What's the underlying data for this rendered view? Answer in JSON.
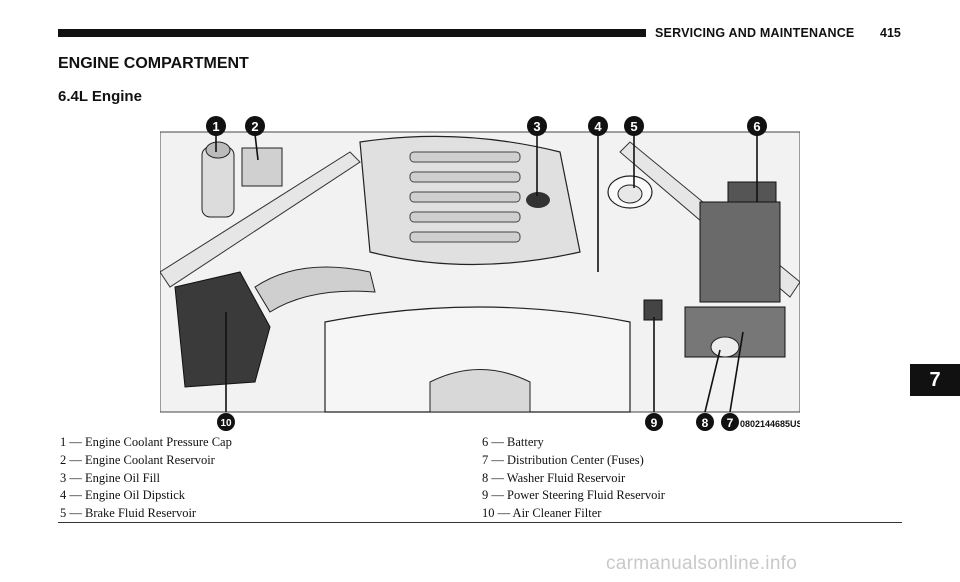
{
  "header": {
    "running_title": "SERVICING AND MAINTENANCE",
    "page_number": "415"
  },
  "section_title": "ENGINE COMPARTMENT",
  "subsection_title": "6.4L Engine",
  "figure": {
    "callouts": [
      "1",
      "2",
      "3",
      "4",
      "5",
      "6",
      "7",
      "8",
      "9",
      "10"
    ],
    "image_id": "0802144685US"
  },
  "legend": {
    "left": [
      "1 — Engine Coolant Pressure Cap",
      "2 — Engine Coolant Reservoir",
      "3 — Engine Oil Fill",
      "4 — Engine Oil Dipstick",
      "5 — Brake Fluid Reservoir"
    ],
    "right": [
      "6 — Battery",
      "7 — Distribution Center (Fuses)",
      "8 — Washer Fluid Reservoir",
      "9 — Power Steering Fluid Reservoir",
      "10 — Air Cleaner Filter"
    ]
  },
  "chapter_tab": "7",
  "watermark": "carmanualsonline.info"
}
